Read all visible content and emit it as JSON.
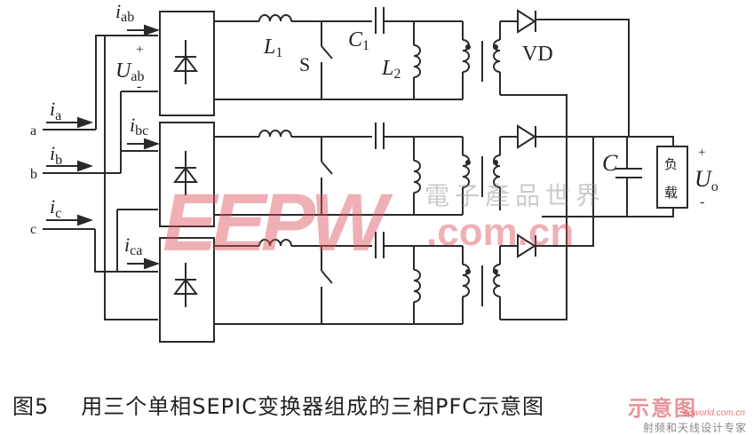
{
  "diagram": {
    "title": "Three-phase PFC composed of three single-phase SEPIC converters",
    "inputs": {
      "phase_a": {
        "terminal": "a",
        "current": "i",
        "current_sub": "a"
      },
      "phase_b": {
        "terminal": "b",
        "current": "i",
        "current_sub": "b"
      },
      "phase_c": {
        "terminal": "c",
        "current": "i",
        "current_sub": "c"
      }
    },
    "branch_currents": [
      {
        "label": "i",
        "sub": "ab"
      },
      {
        "label": "i",
        "sub": "bc"
      },
      {
        "label": "i",
        "sub": "ca"
      }
    ],
    "line_voltage": {
      "label": "U",
      "sub": "ab",
      "plus": "+",
      "minus": "-"
    },
    "components": {
      "inductor1": {
        "label": "L",
        "sub": "1"
      },
      "switch": {
        "label": "S"
      },
      "capacitor1": {
        "label": "C",
        "sub": "1"
      },
      "inductor2": {
        "label": "L",
        "sub": "2"
      },
      "diode": {
        "label": "VD"
      },
      "output_capacitor": {
        "label": "C"
      },
      "load": {
        "label_line1": "负",
        "label_line2": "载"
      }
    },
    "output_voltage": {
      "label": "U",
      "sub": "o",
      "plus": "+",
      "minus": "-"
    }
  },
  "caption": {
    "figure_number": "图5",
    "text": "用三个单相SEPIC变换器组成的三相PFC示意图"
  },
  "watermarks": {
    "center_logo": "EEPW",
    "center_domain": ".com.cn",
    "center_cn": "電子產品世界",
    "corner_top": "示意图",
    "corner_url": "eeworld.com.cn",
    "corner_sub": "射频和天线设计专家"
  }
}
